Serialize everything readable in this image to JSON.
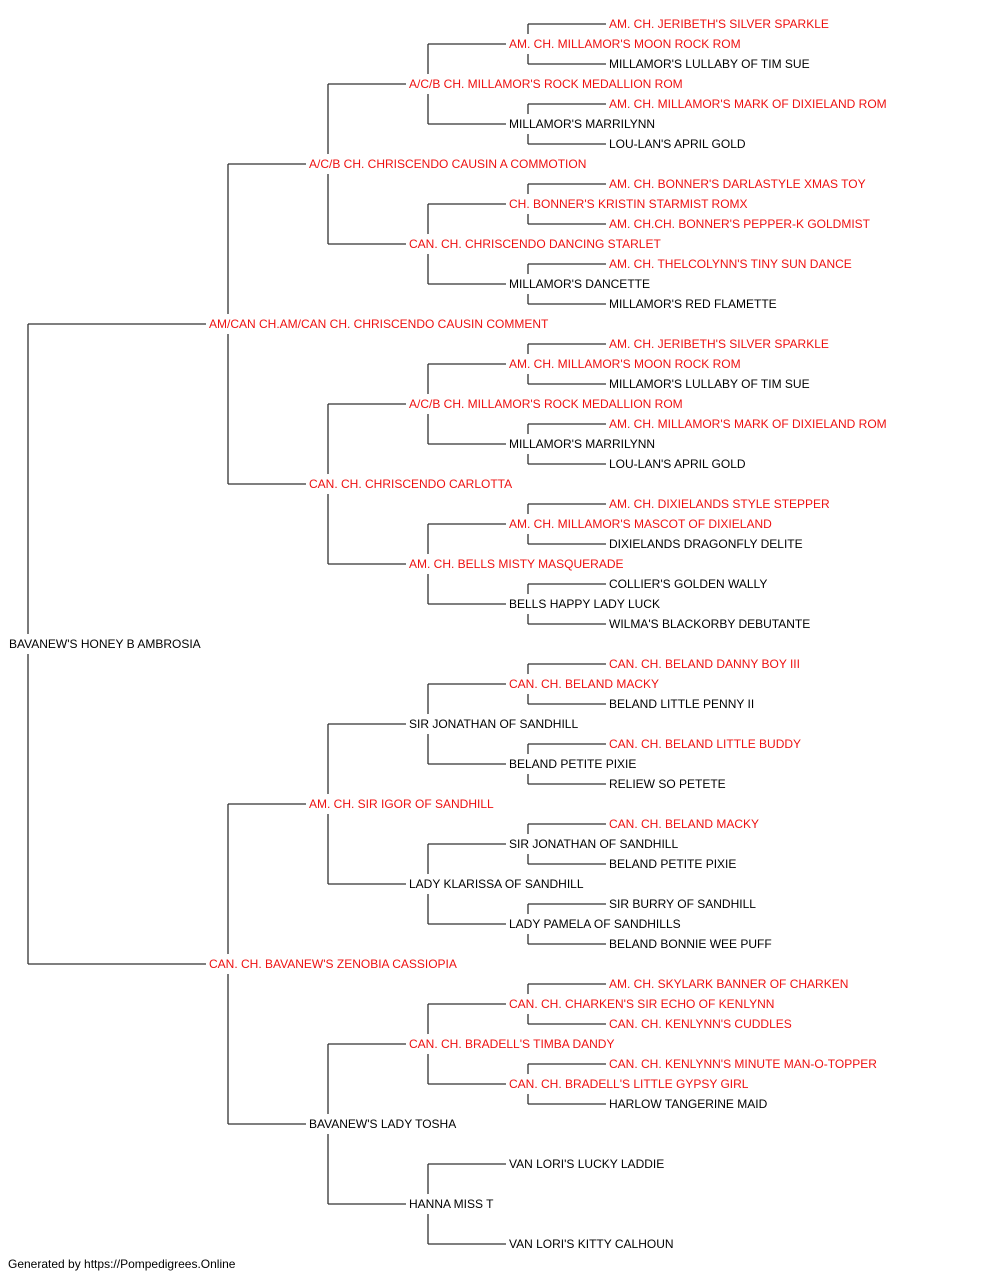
{
  "colors": {
    "champion": "#ee1111",
    "normal": "#000000",
    "line": "#333333"
  },
  "pedigree": {
    "name": "BAVANEW'S HONEY B AMBROSIA",
    "champion": false,
    "sire": {
      "name": "AM/CAN CH.AM/CAN CH. CHRISCENDO CAUSIN COMMENT",
      "champion": true,
      "sire": {
        "name": "A/C/B CH. CHRISCENDO CAUSIN A COMMOTION",
        "champion": true,
        "sire": {
          "name": "A/C/B CH. MILLAMOR'S ROCK MEDALLION ROM",
          "champion": true,
          "sire": {
            "name": "AM. CH. MILLAMOR'S MOON ROCK ROM",
            "champion": true,
            "sire": {
              "name": "AM. CH. JERIBETH'S SILVER SPARKLE",
              "champion": true
            },
            "dam": {
              "name": "MILLAMOR'S LULLABY OF TIM SUE",
              "champion": false
            }
          },
          "dam": {
            "name": "MILLAMOR'S MARRILYNN",
            "champion": false,
            "sire": {
              "name": "AM. CH. MILLAMOR'S MARK OF DIXIELAND ROM",
              "champion": true
            },
            "dam": {
              "name": "LOU-LAN'S APRIL GOLD",
              "champion": false
            }
          }
        },
        "dam": {
          "name": "CAN. CH. CHRISCENDO DANCING STARLET",
          "champion": true,
          "sire": {
            "name": "CH. BONNER'S KRISTIN STARMIST ROMX",
            "champion": true,
            "sire": {
              "name": "AM. CH. BONNER'S DARLASTYLE XMAS TOY",
              "champion": true
            },
            "dam": {
              "name": "AM. CH.CH. BONNER'S PEPPER-K GOLDMIST",
              "champion": true
            }
          },
          "dam": {
            "name": "MILLAMOR'S DANCETTE",
            "champion": false,
            "sire": {
              "name": "AM. CH. THELCOLYNN'S TINY SUN DANCE",
              "champion": true
            },
            "dam": {
              "name": "MILLAMOR'S RED FLAMETTE",
              "champion": false
            }
          }
        }
      },
      "dam": {
        "name": "CAN. CH. CHRISCENDO CARLOTTA",
        "champion": true,
        "sire": {
          "name": "A/C/B CH. MILLAMOR'S ROCK MEDALLION ROM",
          "champion": true,
          "sire": {
            "name": "AM. CH. MILLAMOR'S MOON ROCK ROM",
            "champion": true,
            "sire": {
              "name": "AM. CH. JERIBETH'S SILVER SPARKLE",
              "champion": true
            },
            "dam": {
              "name": "MILLAMOR'S LULLABY OF TIM SUE",
              "champion": false
            }
          },
          "dam": {
            "name": "MILLAMOR'S MARRILYNN",
            "champion": false,
            "sire": {
              "name": "AM. CH. MILLAMOR'S MARK OF DIXIELAND ROM",
              "champion": true
            },
            "dam": {
              "name": "LOU-LAN'S APRIL GOLD",
              "champion": false
            }
          }
        },
        "dam": {
          "name": "AM. CH. BELLS MISTY MASQUERADE",
          "champion": true,
          "sire": {
            "name": "AM. CH. MILLAMOR'S MASCOT OF DIXIELAND",
            "champion": true,
            "sire": {
              "name": "AM. CH. DIXIELANDS STYLE STEPPER",
              "champion": true
            },
            "dam": {
              "name": "DIXIELANDS DRAGONFLY DELITE",
              "champion": false
            }
          },
          "dam": {
            "name": "BELLS HAPPY LADY LUCK",
            "champion": false,
            "sire": {
              "name": "COLLIER'S GOLDEN WALLY",
              "champion": false
            },
            "dam": {
              "name": "WILMA'S BLACKORBY DEBUTANTE",
              "champion": false
            }
          }
        }
      }
    },
    "dam": {
      "name": "CAN. CH. BAVANEW'S ZENOBIA CASSIOPIA",
      "champion": true,
      "sire": {
        "name": "AM. CH. SIR IGOR OF SANDHILL",
        "champion": true,
        "sire": {
          "name": "SIR JONATHAN OF SANDHILL",
          "champion": false,
          "sire": {
            "name": "CAN. CH. BELAND MACKY",
            "champion": true,
            "sire": {
              "name": "CAN. CH. BELAND DANNY BOY III",
              "champion": true
            },
            "dam": {
              "name": "BELAND LITTLE PENNY II",
              "champion": false
            }
          },
          "dam": {
            "name": "BELAND PETITE PIXIE",
            "champion": false,
            "sire": {
              "name": "CAN. CH. BELAND LITTLE BUDDY",
              "champion": true
            },
            "dam": {
              "name": "RELIEW SO PETETE",
              "champion": false
            }
          }
        },
        "dam": {
          "name": "LADY KLARISSA OF SANDHILL",
          "champion": false,
          "sire": {
            "name": "SIR JONATHAN OF SANDHILL",
            "champion": false,
            "sire": {
              "name": "CAN. CH. BELAND MACKY",
              "champion": true
            },
            "dam": {
              "name": "BELAND PETITE PIXIE",
              "champion": false
            }
          },
          "dam": {
            "name": "LADY PAMELA OF SANDHILLS",
            "champion": false,
            "sire": {
              "name": "SIR BURRY OF SANDHILL",
              "champion": false
            },
            "dam": {
              "name": "BELAND BONNIE WEE PUFF",
              "champion": false
            }
          }
        }
      },
      "dam": {
        "name": "BAVANEW'S LADY TOSHA",
        "champion": false,
        "sire": {
          "name": "CAN. CH. BRADELL'S TIMBA DANDY",
          "champion": true,
          "sire": {
            "name": "CAN. CH. CHARKEN'S SIR ECHO OF KENLYNN",
            "champion": true,
            "sire": {
              "name": "AM. CH. SKYLARK BANNER OF CHARKEN",
              "champion": true
            },
            "dam": {
              "name": "CAN. CH. KENLYNN'S CUDDLES",
              "champion": true
            }
          },
          "dam": {
            "name": "CAN. CH. BRADELL'S LITTLE GYPSY GIRL",
            "champion": true,
            "sire": {
              "name": "CAN. CH. KENLYNN'S MINUTE MAN-O-TOPPER",
              "champion": true
            },
            "dam": {
              "name": "HARLOW TANGERINE MAID",
              "champion": false
            }
          }
        },
        "dam": {
          "name": "HANNA MISS T",
          "champion": false,
          "sire": {
            "name": "VAN LORI'S LUCKY LADDIE",
            "champion": false
          },
          "dam": {
            "name": "VAN LORI'S KITTY CALHOUN",
            "champion": false
          }
        }
      }
    }
  },
  "footer": "Generated by https://Pompedigrees.Online"
}
